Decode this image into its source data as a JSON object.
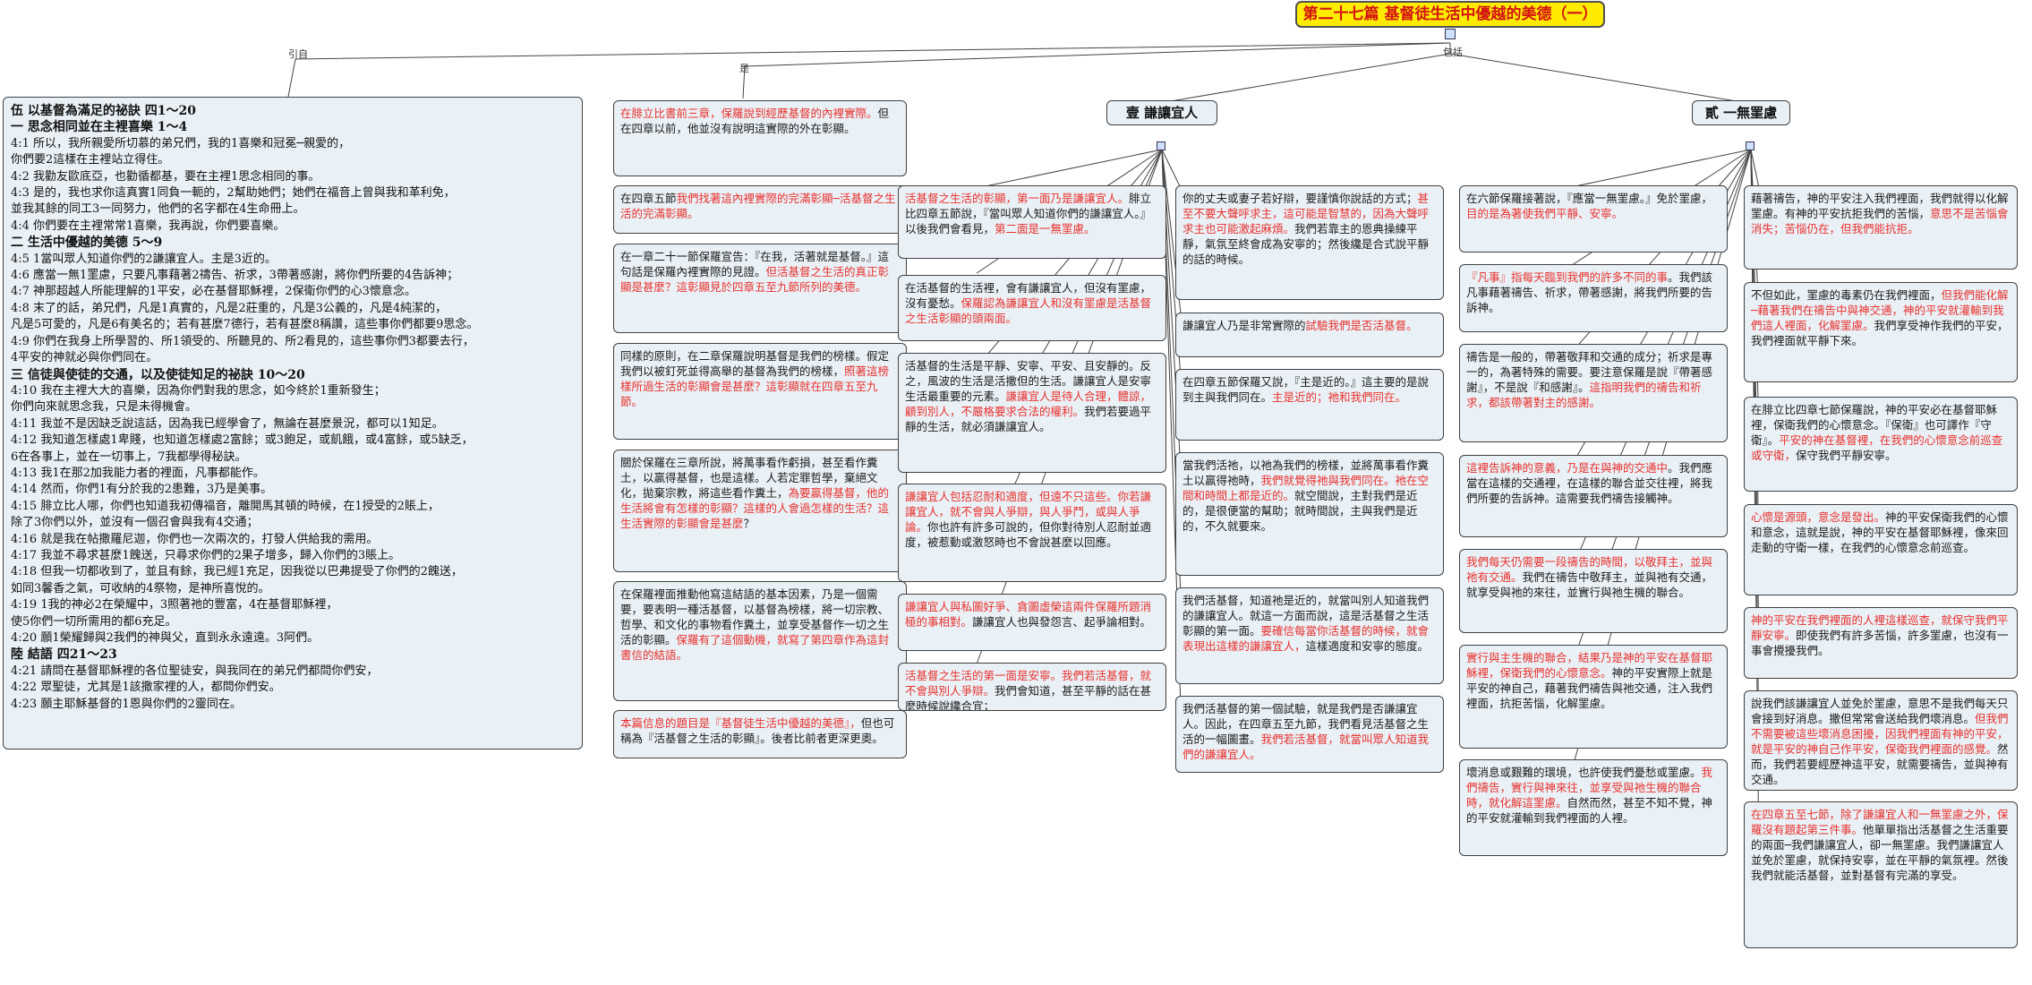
{
  "root": {
    "title": "第二十七篇  基督徒生活中優越的美德（一）"
  },
  "edge_labels": {
    "intro": "引自",
    "is": "是",
    "includes": "包括"
  },
  "categories": [
    {
      "label": "壹  謙讓宜人"
    },
    {
      "label": "貳  一無罣慮"
    }
  ],
  "scripture": {
    "lines": [
      {
        "text": "伍    以基督為滿足的祕訣    四1～20",
        "head": true
      },
      {
        "text": "一    思念相同並在主裡喜樂    1～4",
        "head": true
      },
      {
        "text": "4:1    所以，我所親愛所切慕的弟兄們，我的1喜樂和冠冕─親愛的，",
        "head": false
      },
      {
        "text": "你們要2這樣在主裡站立得住。",
        "head": false
      },
      {
        "text": "4:2    我勸友歐底亞，也勸循都基，要在主裡1思念相同的事。",
        "head": false
      },
      {
        "text": "4:3    是的，我也求你這真實1同負一軛的，2幫助她們；她們在福音上曾與我和革利免，",
        "head": false
      },
      {
        "text": "並我其餘的同工3一同努力，他們的名字都在4生命冊上。",
        "head": false
      },
      {
        "text": "4:4    你們要在主裡常常1喜樂，我再說，你們要喜樂。",
        "head": false
      },
      {
        "text": "二    生活中優越的美德    5～9",
        "head": true
      },
      {
        "text": "4:5    1當叫眾人知道你們的2謙讓宜人。主是3近的。",
        "head": false
      },
      {
        "text": "4:6    應當一無1罣慮，只要凡事藉著2禱告、祈求，3帶著感謝，將你們所要的4告訴神；",
        "head": false
      },
      {
        "text": "4:7    神那超越人所能理解的1平安，必在基督耶穌裡，2保衛你們的心3懷意念。",
        "head": false
      },
      {
        "text": "4:8    末了的話，弟兄們，凡是1真實的，凡是2莊重的，凡是3公義的，凡是4純潔的，",
        "head": false
      },
      {
        "text": "凡是5可愛的，凡是6有美名的；若有甚麼7德行，若有甚麼8稱讚，這些事你們都要9思念。",
        "head": false
      },
      {
        "text": "4:9    你們在我身上所學習的、所1領受的、所聽見的、所2看見的，這些事你們3都要去行，",
        "head": false
      },
      {
        "text": "4平安的神就必與你們同在。",
        "head": false
      },
      {
        "text": "三    信徒與使徒的交通，以及使徒知足的祕訣    10～20",
        "head": true
      },
      {
        "text": "4:10    我在主裡大大的喜樂，因為你們對我的思念，如今終於1重新發生；",
        "head": false
      },
      {
        "text": "你們向來就思念我，只是未得機會。",
        "head": false
      },
      {
        "text": "4:11    我並不是因缺乏說這話，因為我已經學會了，無論在甚麼景況，都可以1知足。",
        "head": false
      },
      {
        "text": "4:12    我知道怎樣處1卑賤，也知道怎樣處2富餘；或3飽足，或飢餓，或4富餘，或5缺乏，",
        "head": false
      },
      {
        "text": "6在各事上，並在一切事上，7我都學得秘訣。",
        "head": false
      },
      {
        "text": "4:13    我1在那2加我能力者的裡面，凡事都能作。",
        "head": false
      },
      {
        "text": "4:14    然而，你們1有分於我的2患難，3乃是美事。",
        "head": false
      },
      {
        "text": "4:15    腓立比人哪，你們也知道我初傳福音，離開馬其頓的時候，在1授受的2賬上，",
        "head": false
      },
      {
        "text": "除了3你們以外，並沒有一個召會與我有4交通；",
        "head": false
      },
      {
        "text": "4:16    就是我在帖撒羅尼迦，你們也一次兩次的，打發人供給我的需用。",
        "head": false
      },
      {
        "text": "4:17    我並不尋求甚麼1餽送，只尋求你們的2果子增多，歸入你們的3賬上。",
        "head": false
      },
      {
        "text": "4:18    但我一切都收到了，並且有餘，我已經1充足，因我從以巴弗提受了你們的2餽送，",
        "head": false
      },
      {
        "text": "如同3馨香之氣，可收納的4祭物，是神所喜悅的。",
        "head": false
      },
      {
        "text": "4:19    1我的神必2在榮耀中，3照著祂的豐富，4在基督耶穌裡，",
        "head": false
      },
      {
        "text": "使5你們一切所需用的都6充足。",
        "head": false
      },
      {
        "text": "4:20    願1榮耀歸與2我們的神與父，直到永永遠遠。3阿們。",
        "head": false
      },
      {
        "text": "陸    結語    四21～23",
        "head": true
      },
      {
        "text": "4:21    請問在基督耶穌裡的各位聖徒安，與我同在的弟兄們都問你們安，",
        "head": false
      },
      {
        "text": "4:22    眾聖徒，尤其是1該撒家裡的人，都問你們安。",
        "head": false
      },
      {
        "text": "4:23    願主耶穌基督的1恩與你們的2靈同在。",
        "head": false
      }
    ]
  },
  "column_is": [
    {
      "segs": [
        {
          "t": "在腓立比書前三章，保羅說到經歷基督的內裡實際。",
          "red": true
        },
        {
          "t": "但在四章以前，他並沒有說明這實際的外在彰顯。",
          "red": false
        }
      ]
    },
    {
      "segs": [
        {
          "t": "在四章五節",
          "red": false
        },
        {
          "t": "我們找著這內裡實際的完滿彰顯─活基督之生活的完滿彰顯。",
          "red": true
        }
      ]
    },
    {
      "segs": [
        {
          "t": "在一章二十一節保羅宣告：『在我，活著就是基督。』這句話是保羅內裡實際的見證。",
          "red": false
        },
        {
          "t": "但活基督之生活的真正彰顯是甚麼？這彰顯見於四章五至九節所列的美德。",
          "red": true
        }
      ]
    },
    {
      "segs": [
        {
          "t": "同樣的原則，在二章保羅說明基督是我們的榜樣。假定我們以被釘死並得高舉的基督為我們的榜樣，",
          "red": false
        },
        {
          "t": "照著這榜樣所過生活的彰顯會是甚麼？這彰顯就在四章五至九節。",
          "red": true
        }
      ]
    },
    {
      "segs": [
        {
          "t": "關於保羅在三章所說，將萬事看作虧損，甚至看作糞土，以贏得基督，也是這樣。人若定罪哲學，棄絕文化，拋棄宗教，將這些看作糞土，",
          "red": false
        },
        {
          "t": "為要贏得基督，他的生活將會有怎樣的彰顯？這樣的人會過怎樣的生活？這生活實際的彰顯會是甚麼",
          "red": true
        },
        {
          "t": "？",
          "red": false
        }
      ]
    },
    {
      "segs": [
        {
          "t": "在保羅裡面推動他寫這結語的基本因素，乃是一個需要，要表明一種活基督，以基督為榜樣，將一切宗教、哲學、和文化的事物看作糞土，並享受基督作一切之生活的彰顯。",
          "red": false
        },
        {
          "t": "保羅有了這個動機，就寫了第四章作為這封書信的結語。",
          "red": true
        }
      ]
    },
    {
      "segs": [
        {
          "t": "本篇信息的題目是『基督徒生活中優越的美德』，",
          "red": true
        },
        {
          "t": "但也可稱為『活基督之生活的彰顯』。後者比前者更深更奧。",
          "red": false
        }
      ]
    }
  ],
  "column_a1": [
    {
      "segs": [
        {
          "t": "活基督之生活的彰顯，第一面乃是謙讓宜人。",
          "red": true
        },
        {
          "t": "腓立比四章五節說，『當叫眾人知道你們的謙讓宜人。』以後我們會看見，",
          "red": false
        },
        {
          "t": "第二面是一無罣慮。",
          "red": true
        }
      ]
    },
    {
      "segs": [
        {
          "t": "在活基督的生活裡，會有謙讓宜人，但沒有罣慮，沒有憂愁。",
          "red": false
        },
        {
          "t": "保羅認為謙讓宜人和沒有罣慮是活基督之生活彰顯的頭兩面。",
          "red": true
        }
      ]
    },
    {
      "segs": [
        {
          "t": "活基督的生活是平靜、安寧、平安、且安靜的。反之，風波的生活是活撒但的生活。",
          "red": false
        },
        {
          "t": "謙讓宜人是安寧生活最重要的元素。",
          "red": false
        },
        {
          "t": "謙讓宜人是待人合理，體諒，顧到別人，不嚴格要求合法的權利。",
          "red": true
        },
        {
          "t": "我們若要過平靜的生活，就必須謙讓宜人。",
          "red": false
        }
      ]
    },
    {
      "segs": [
        {
          "t": "謙讓宜人包括忍耐和適度，但遠不只這些。",
          "red": true
        },
        {
          "t": "你若謙讓宜人，就不會與人爭辯，與人爭鬥，或與人爭論。",
          "red": true
        },
        {
          "t": "你也許有許多可說的，但你對待別人忍耐並適度，被惹動或激怒時也不會說甚麼以回應。",
          "red": false
        }
      ]
    },
    {
      "segs": [
        {
          "t": "謙讓宜人與私圖好爭、貪圖虛榮這兩件保羅所題消極的事相對。",
          "red": true
        },
        {
          "t": "謙讓宜人也與發怨言、起爭論相對。",
          "red": false
        }
      ]
    },
    {
      "segs": [
        {
          "t": "活基督之生活的第一面是安寧。我們若活基督，就不會與別人爭辯。",
          "red": true
        },
        {
          "t": "我們會知道，甚至平靜的話在甚麼時候說纔合宜；",
          "red": false
        }
      ]
    }
  ],
  "column_a2": [
    {
      "segs": [
        {
          "t": "你的丈夫或妻子若好辯，要謹慎你說話的方式；",
          "red": false
        },
        {
          "t": "甚至不要大聲呼求主，這可能是智慧的，因為大聲呼求主也可能激起麻煩。",
          "red": true
        },
        {
          "t": "我們若靠主的恩典操練平靜，氣氛至終會成為安寧的；然後纔是合式說平靜的話的時候。",
          "red": false
        }
      ]
    },
    {
      "segs": [
        {
          "t": "謙讓宜人乃是非常實際的",
          "red": false
        },
        {
          "t": "試驗我們是否活基督。",
          "red": true
        }
      ]
    },
    {
      "segs": [
        {
          "t": "在四章五節保羅又說，『主是近的。』這主要的是說到主與我們同在。",
          "red": false
        },
        {
          "t": "主是近的；祂和我們同在。",
          "red": true
        }
      ]
    },
    {
      "segs": [
        {
          "t": "當我們活祂，以祂為我們的榜樣，並將萬事看作糞土以贏得祂時，",
          "red": false
        },
        {
          "t": "我們就覺得祂與我們同在。祂在空間和時間上都是近的。",
          "red": true
        },
        {
          "t": "就空間說，主對我們是近的，是很便當的幫助；就時間說，主與我們是近的，不久就要來。",
          "red": false
        }
      ]
    },
    {
      "segs": [
        {
          "t": "我們活基督，知道祂是近的，就當叫別人知道我們的謙讓宜人。就這一方面而說，這是活基督之生活彰顯的第一面。",
          "red": false
        },
        {
          "t": "要確信每當你活基督的時候，就會表現出這樣的謙讓宜人，",
          "red": true
        },
        {
          "t": "這樣適度和安寧的態度。",
          "red": false
        }
      ]
    },
    {
      "segs": [
        {
          "t": "我們活基督的第一個試驗，就是我們是否謙讓宜人。因此，在四章五至九節，我們看見活基督之生活的一幅圖畫。",
          "red": false
        },
        {
          "t": "我們若活基督，就當叫眾人知道我們的謙讓宜人。",
          "red": true
        }
      ]
    }
  ],
  "column_b1": [
    {
      "segs": [
        {
          "t": "在六節保羅接著說，『應當一無罣慮。』免於罣慮，",
          "red": false
        },
        {
          "t": "目的是為著使我們平靜、安寧。",
          "red": true
        }
      ]
    },
    {
      "segs": [
        {
          "t": "『凡事』指每天臨到我們的許多不同的事",
          "red": true
        },
        {
          "t": "。我們該凡事藉著禱告、祈求，帶著感謝，將我們所要的告訴神。",
          "red": false
        }
      ]
    },
    {
      "segs": [
        {
          "t": "禱告是一般的，帶著敬拜和交通的成分；祈求是專一的，為著特殊的需要。要注意保羅是說『帶著感謝』，不是說『和感謝』。",
          "red": false
        },
        {
          "t": "這指明我們的禱告和祈求，都該帶著對主的感謝。",
          "red": true
        }
      ]
    },
    {
      "segs": [
        {
          "t": "這裡告訴神的意義，乃是在與神的交通中",
          "red": true
        },
        {
          "t": "。我們應當在這樣的交通裡，在這樣的聯合並交往裡，將我們所要的告訴神。這需要我們禱告接觸神。",
          "red": false
        }
      ]
    },
    {
      "segs": [
        {
          "t": "我們每天仍需要一段禱告的時間，以敬拜主，並與祂有交通。",
          "red": true
        },
        {
          "t": "我們在禱告中敬拜主，並與祂有交通，就享受與祂的來往，並實行與祂生機的聯合。",
          "red": false
        }
      ]
    },
    {
      "segs": [
        {
          "t": "實行與主生機的聯合，結果乃是神的平安在基督耶穌裡，保衛我們的心懷意念。",
          "red": true
        },
        {
          "t": "神的平安實際上就是平安的神自己，藉著我們禱告與祂交通，注入我們裡面，抗拒苦惱，化解罣慮。",
          "red": false
        }
      ]
    },
    {
      "segs": [
        {
          "t": "壞消息或艱難的環境，也許使我們憂愁或罣慮。",
          "red": false
        },
        {
          "t": "我們禱告，實行與神來往，並享受與祂生機的聯合時，就化解這罣慮。",
          "red": true
        },
        {
          "t": "自然而然，甚至不知不覺，神的平安就灌輸到我們裡面的人裡。",
          "red": false
        }
      ]
    }
  ],
  "column_b2": [
    {
      "segs": [
        {
          "t": "藉著禱告，神的平安注入我們裡面，我們就得以化解罣慮。有神的平安抗拒我們的苦惱，",
          "red": false
        },
        {
          "t": "意思不是苦惱會消失；苦惱仍在，但我們能抗拒。",
          "red": true
        }
      ]
    },
    {
      "segs": [
        {
          "t": "不但如此，罣慮的毒素仍在我們裡面，",
          "red": false
        },
        {
          "t": "但我們能化解─藉著我們在禱告中與神交通，神的平安就灌輸到我們這人裡面，化解罣慮。",
          "red": true
        },
        {
          "t": "我們享受神作我們的平安，我們裡面就平靜下來。",
          "red": false
        }
      ]
    },
    {
      "segs": [
        {
          "t": "在腓立比四章七節保羅說，神的平安必在基督耶穌裡，保衛我們的心懷意念。『保衛』也可譯作『守衛』。",
          "red": false
        },
        {
          "t": "平安的神在基督裡，在我們的心懷意念前巡查或守衛，",
          "red": true
        },
        {
          "t": "保守我們平靜安寧。",
          "red": false
        }
      ]
    },
    {
      "segs": [
        {
          "t": "心懷是源頭，意念是發出。",
          "red": true
        },
        {
          "t": "神的平安保衛我們的心懷和意念，這就是說，神的平安在基督耶穌裡，像來回走動的守衛一樣，在我們的心懷意念前巡查。",
          "red": false
        }
      ]
    },
    {
      "segs": [
        {
          "t": "神的平安在我們裡面的人裡這樣巡查，就保守我們平靜安寧。",
          "red": true
        },
        {
          "t": "即使我們有許多苦惱，許多罣慮，也沒有一事會攪擾我們。",
          "red": false
        }
      ]
    },
    {
      "segs": [
        {
          "t": "說我們該謙讓宜人並免於罣慮，意思不是我們每天只會接到好消息。撒但常常會送給我們壞消息。",
          "red": false
        },
        {
          "t": "但我們不需要被這些壞消息困擾，因我們裡面有神的平安，就是平安的神自己作平安，保衛我們裡面的感覺。",
          "red": true
        },
        {
          "t": "然而，我們若要經歷神這平安，就需要禱告，並與神有交通。",
          "red": false
        }
      ]
    },
    {
      "segs": [
        {
          "t": "在四章五至七節，除了謙讓宜人和一無罣慮之外，保羅沒有題起第三件事。",
          "red": true
        },
        {
          "t": "他單單指出活基督之生活重要的兩面─我們謙讓宜人，卻一無罣慮。我們謙讓宜人並免於罣慮，就保持安寧，並在平靜的氣氛裡。然後我們就能活基督，並對基督有完滿的享受。",
          "red": false
        }
      ]
    }
  ]
}
